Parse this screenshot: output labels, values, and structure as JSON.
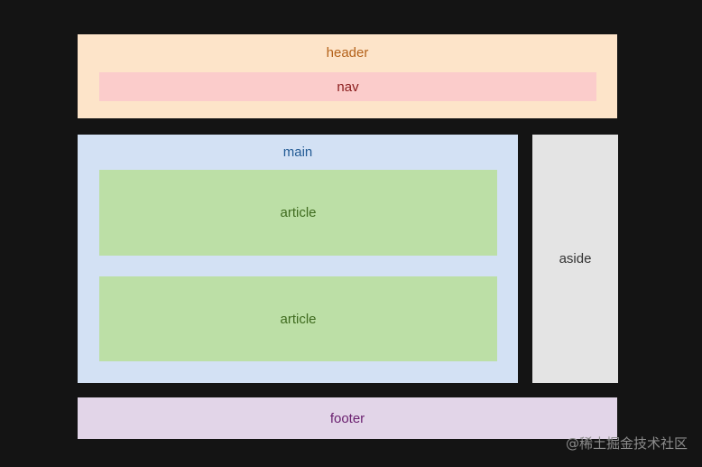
{
  "layout": {
    "header_label": "header",
    "nav_label": "nav",
    "main_label": "main",
    "article_1_label": "article",
    "article_2_label": "article",
    "aside_label": "aside",
    "footer_label": "footer"
  },
  "watermark": "@稀土掘金技术社区",
  "colors": {
    "background": "#141414",
    "header": "#fde4c9",
    "nav": "#fbcccb",
    "main": "#d3e1f4",
    "article": "#bcdfa6",
    "aside": "#e4e4e4",
    "footer": "#e2d5e8"
  }
}
